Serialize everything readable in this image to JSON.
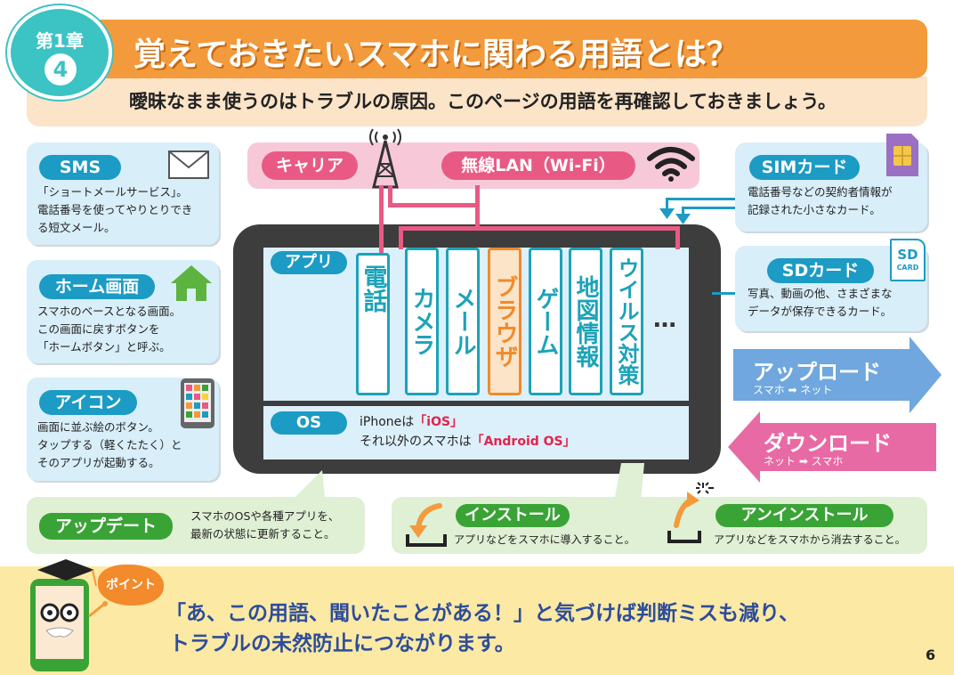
{
  "header": {
    "chapter": "第1章",
    "chapter_number": "4",
    "title": "覚えておきたいスマホに関わる用語とは？",
    "subtitle": "曖昧なまま使うのはトラブルの原因。このページの用語を再確認しておきましょう。"
  },
  "left_cards": {
    "sms": {
      "label": "SMS",
      "desc1": "「ショートメールサービス」。",
      "desc2": "電話番号を使ってやりとりでき",
      "desc3": "る短文メール。"
    },
    "home": {
      "label": "ホーム画面",
      "desc1": "スマホのベースとなる画面。",
      "desc2": "この画面に戻すボタンを",
      "desc3": "「ホームボタン」と呼ぶ。"
    },
    "icon": {
      "label": "アイコン",
      "desc1": "画面に並ぶ絵のボタン。",
      "desc2": "タップする（軽くたたく）と",
      "desc3": "そのアプリが起動する。"
    }
  },
  "top": {
    "carrier": "キャリア",
    "wifi": "無線LAN（Wi-Fi）"
  },
  "right_cards": {
    "sim": {
      "label": "SIMカード",
      "desc1": "電話番号などの契約者情報が",
      "desc2": "記録された小さなカード。"
    },
    "sd": {
      "label": "SDカード",
      "icon_text1": "SD",
      "icon_text2": "CARD",
      "desc1": "写真、動画の他、さまざまな",
      "desc2": "データが保存できるカード。"
    },
    "upload": {
      "label": "アップロード",
      "sub": "スマホ ➡ ネット"
    },
    "download": {
      "label": "ダウンロード",
      "sub": "ネット ➡ スマホ"
    }
  },
  "phone": {
    "app_label": "アプリ",
    "apps": [
      "電話",
      "カメラ",
      "メール",
      "ブラウザ",
      "ゲーム",
      "地図情報",
      "ウイルス対策"
    ],
    "more": "…",
    "os_label": "OS",
    "os_line1_pre": "iPhoneは",
    "os_line1_hl": "「iOS」",
    "os_line2_pre": "それ以外のスマホは",
    "os_line2_hl": "「Android OS」"
  },
  "bottom_row": {
    "update": {
      "label": "アップデート",
      "desc1": "スマホのOSや各種アプリを、",
      "desc2": "最新の状態に更新すること。"
    },
    "install": {
      "label": "インストール",
      "desc": "アプリなどをスマホに導入すること。"
    },
    "uninstall": {
      "label": "アンインストール",
      "desc": "アプリなどをスマホから消去すること。"
    }
  },
  "point": {
    "badge": "ポイント",
    "line1": "「あ、この用語、聞いたことがある！」と気づけば判断ミスも減り、",
    "line2": "トラブルの未然防止につながります。"
  },
  "page_number": "6",
  "colors": {
    "teal": "#3cc3c4",
    "orange": "#f39a3c",
    "blue": "#1c9bc4",
    "pink": "#e85a84",
    "green": "#3aa336",
    "navy": "#2d4d9a"
  }
}
